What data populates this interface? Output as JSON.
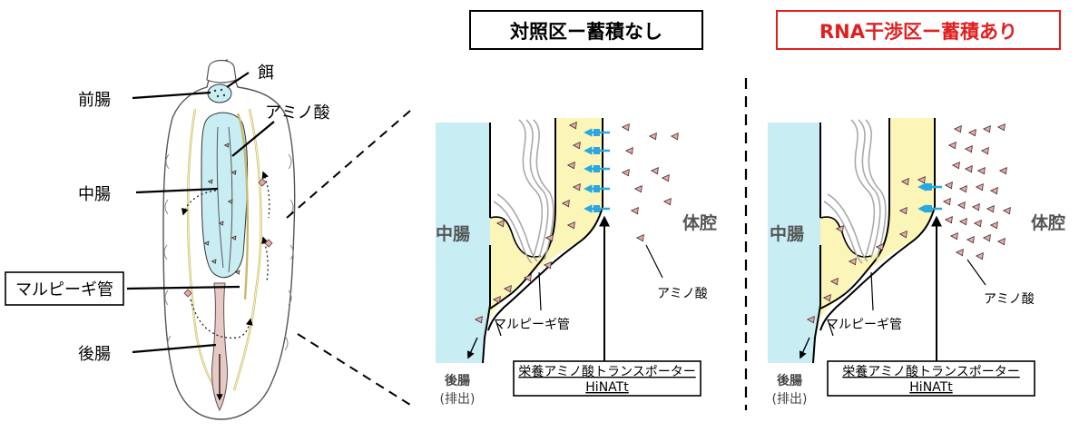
{
  "larva": {
    "labels": {
      "feed": "餌",
      "foregut": "前腸",
      "amino_acid": "アミノ酸",
      "midgut": "中腸",
      "malpighian": "マルピーギ管",
      "hindgut": "後腸"
    }
  },
  "panels": [
    {
      "title": "対照区ー蓄積なし",
      "midgut": "中腸",
      "body_cavity": "体腔",
      "amino_acid": "アミノ酸",
      "malpighian": "マルピーギ管",
      "hindgut": "後腸",
      "excretion": "(排出)",
      "transporter_line1": "栄養アミノ酸トランスポーター",
      "transporter_line2": "HiNATt"
    },
    {
      "title": "RNA干渉区ー蓄積あり",
      "midgut": "中腸",
      "body_cavity": "体腔",
      "amino_acid": "アミノ酸",
      "malpighian": "マルピーギ管",
      "hindgut": "後腸",
      "excretion": "(排出)",
      "transporter_line1": "栄養アミノ酸トランスポーター",
      "transporter_line2": "HiNATt"
    }
  ],
  "colors": {
    "midgut_fill": "#c8eef4",
    "malpighian_fill": "#fbf6b8",
    "amino_fill": "#f4a6a6",
    "arrow_blue": "#29a8e0",
    "title_red": "#e02020",
    "hindgut_fill": "#e8c9c4"
  }
}
